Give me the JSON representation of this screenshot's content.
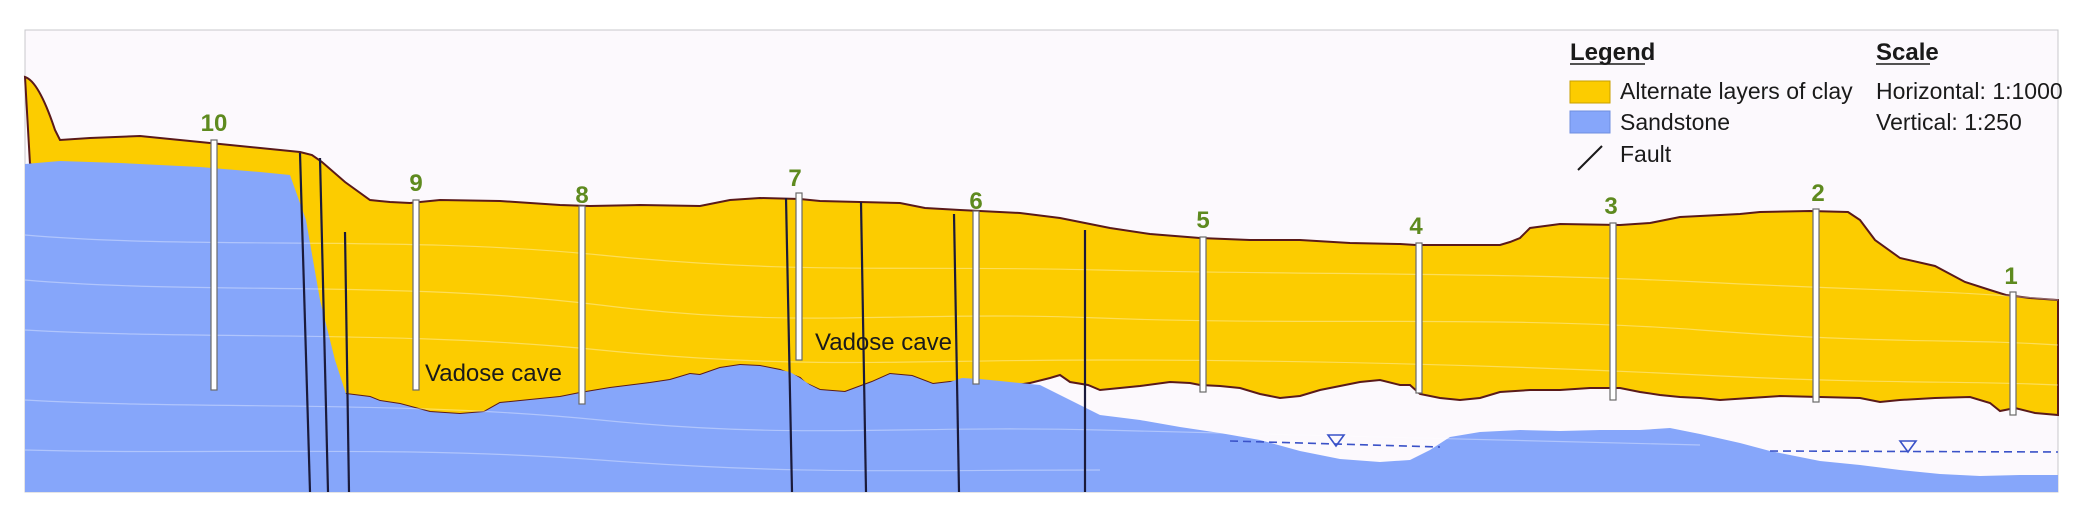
{
  "legend": {
    "title": "Legend",
    "items": [
      {
        "label": "Alternate layers of clay",
        "color": "#fccc00",
        "symbol": "swatch"
      },
      {
        "label": "Sandstone",
        "color": "#86a6fa",
        "symbol": "swatch"
      },
      {
        "label": "Fault",
        "symbol": "line"
      }
    ]
  },
  "scale": {
    "title": "Scale",
    "horizontal": "Horizontal: 1:1000",
    "vertical": "Vertical: 1:250"
  },
  "boreholes": [
    "10",
    "9",
    "8",
    "7",
    "6",
    "5",
    "4",
    "3",
    "2",
    "1"
  ],
  "caves": [
    "Vadose cave",
    "Vadose cave"
  ],
  "colors": {
    "clay": "#fccc00",
    "sandstone": "#86a6fa",
    "cave_void": "#ffffff",
    "background": "#fcf9fd",
    "borehole_label": "#5e8a1f",
    "fault": "#1a1a3a",
    "water_table": "#3a52c8"
  },
  "symbols": {
    "water_table_marker": "inverted-triangle-icon"
  }
}
